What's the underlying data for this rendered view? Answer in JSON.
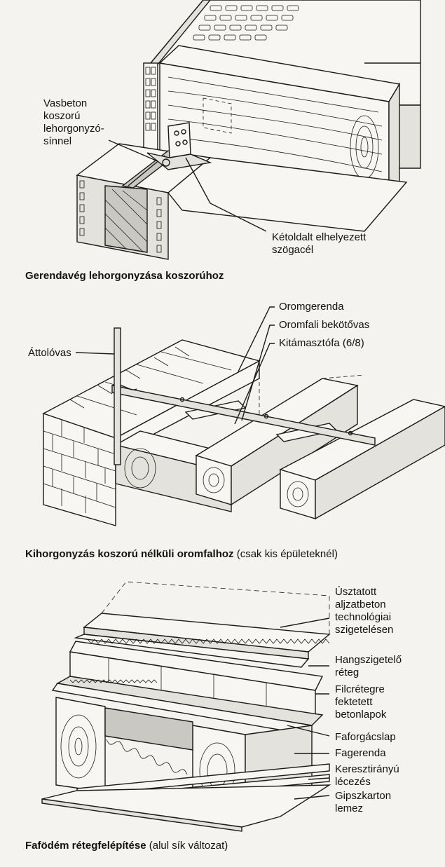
{
  "panel1": {
    "labels": {
      "rail_line1": "Vasbeton",
      "rail_line2": "koszorú",
      "rail_line3": "lehorgonyzó-",
      "rail_line4": "sínnel",
      "angle_line1": "Kétoldalt elhelyezett",
      "angle_line2": "szögacél"
    },
    "caption": "Gerendavég lehorgonyzása koszorúhoz"
  },
  "panel2": {
    "labels": {
      "oromgerenda": "Oromgerenda",
      "bekotovas": "Oromfali bekötővas",
      "kitamaszto": "Kitámasztófa (6/8)",
      "attolovas": "Áttolóvas"
    },
    "caption_bold": "Kihorgonyzás koszorú nélküli oromfalhoz",
    "caption_normal": " (csak kis épületeknél)"
  },
  "panel3": {
    "labels": {
      "aljzat_line1": "Úsztatott",
      "aljzat_line2": "aljzatbeton",
      "aljzat_line3": "technológiai",
      "aljzat_line4": "szigetelésen",
      "hang_line1": "Hangszigetelő",
      "hang_line2": "réteg",
      "filc_line1": "Filcrétegre",
      "filc_line2": "fektetett",
      "filc_line3": "betonlapok",
      "faforgacs": "Faforgácslap",
      "fagerenda": "Fagerenda",
      "kereszt_line1": "Keresztirányú",
      "kereszt_line2": "lécezés",
      "gipsz_line1": "Gipszkarton",
      "gipsz_line2": "lemez"
    },
    "caption_bold": "Fafödém rétegfelépítése",
    "caption_normal": " (alul sík változat)"
  }
}
